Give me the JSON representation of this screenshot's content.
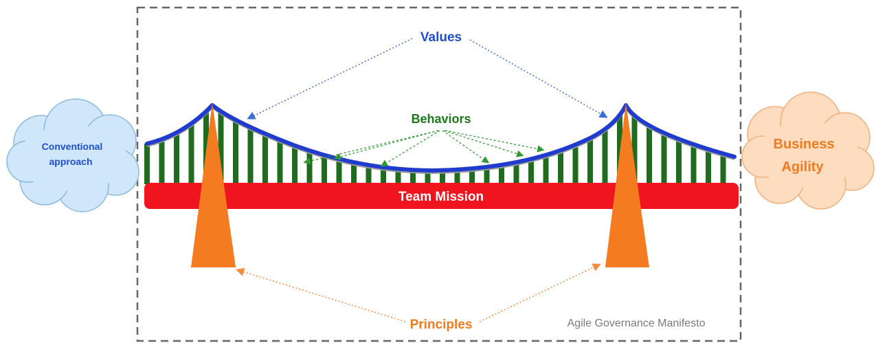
{
  "labels": {
    "values": "Values",
    "behaviors": "Behaviors",
    "principles": "Principles",
    "team_mission": "Team Mission",
    "conventional_line1": "Conventional",
    "conventional_line2": "approach",
    "business_line1": "Business",
    "business_line2": "Agility",
    "footer": "Agile Governance Manifesto"
  },
  "colors": {
    "values_text": "#1f4fd0",
    "behaviors_text": "#1a7a1a",
    "principles_text": "#f07b1e",
    "deck": "#f0141e",
    "deck_text": "#ffffff",
    "cable": "#1f3ccf",
    "hangers": "#1f6b1f",
    "tower": "#f47b20",
    "cloud_left_fill": "#cfe6fb",
    "cloud_left_stroke": "#8ab8e0",
    "cloud_left_text": "#1f4fd0",
    "cloud_right_fill": "#fddcbf",
    "cloud_right_stroke": "#f2b07a",
    "cloud_right_text": "#f07b1e",
    "frame": "#666666",
    "footer_text": "#7a7a7a"
  }
}
